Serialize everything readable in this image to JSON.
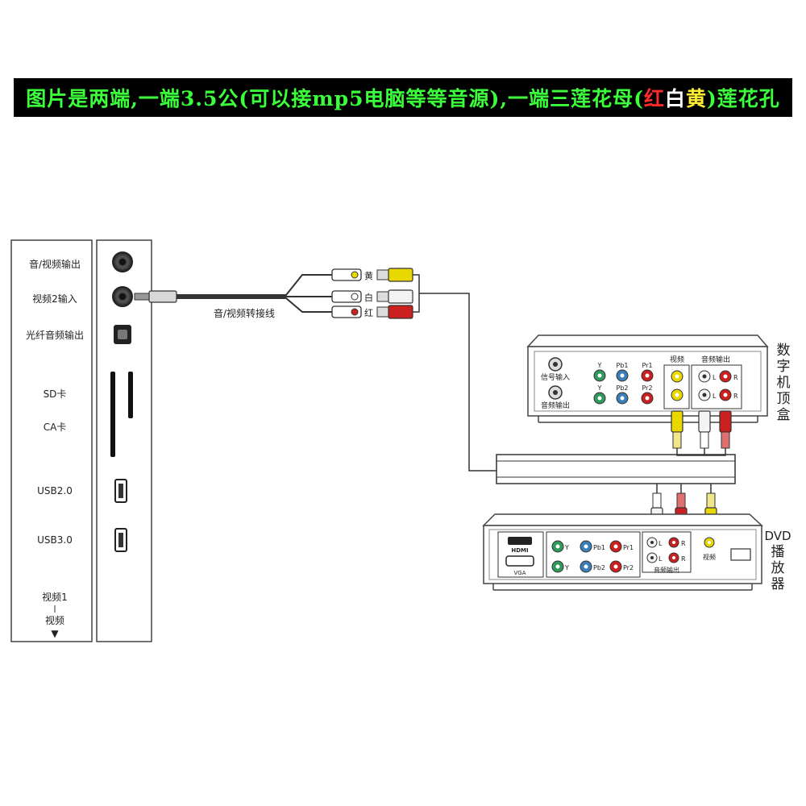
{
  "banner": {
    "prefix": "图片是两端,一端3.5公(可以接mp5电脑等等音源),一端三莲花母(",
    "red": "红",
    "white": "白",
    "yellow": "黄",
    "suffix": ")莲花孔"
  },
  "tv_panel": {
    "labels": {
      "av_out": "音/视频输出",
      "video2_in": "视频2输入",
      "optical_out": "光纤音频输出",
      "sd": "SD卡",
      "ca": "CA卡",
      "usb2": "USB2.0",
      "usb3": "USB3.0",
      "video1_top": "视频1",
      "video1_bottom": "视频"
    },
    "arrow": "▼"
  },
  "cable": {
    "label": "音/视频转接线",
    "yellow": "黄",
    "white": "白",
    "red": "红"
  },
  "stb": {
    "title_chars": [
      "数",
      "字",
      "机",
      "顶",
      "盒"
    ],
    "signal_in": "信号输入",
    "audio_out_small": "音频输出",
    "y": "Y",
    "pb1": "Pb1",
    "pr1": "Pr1",
    "pb2": "Pb2",
    "pr2": "Pr2",
    "video": "视频",
    "audio_out": "音频输出",
    "l": "L",
    "r": "R"
  },
  "dvd": {
    "title_chars": [
      "DVD",
      "播",
      "放",
      "器"
    ],
    "hdmi": "HDMI",
    "vga": "VGA",
    "y": "Y",
    "pb1": "Pb1",
    "pr1": "Pr1",
    "pb2": "Pb2",
    "pr2": "Pr2",
    "l": "L",
    "r": "R",
    "audio_out": "音频输出",
    "video": "视频"
  },
  "colors": {
    "yellow": "#e8d800",
    "red": "#cc2020",
    "white": "#f4f4f4",
    "green": "#2f9a5a",
    "blue": "#3a7fb8",
    "banner_green": "#3cff3c"
  }
}
